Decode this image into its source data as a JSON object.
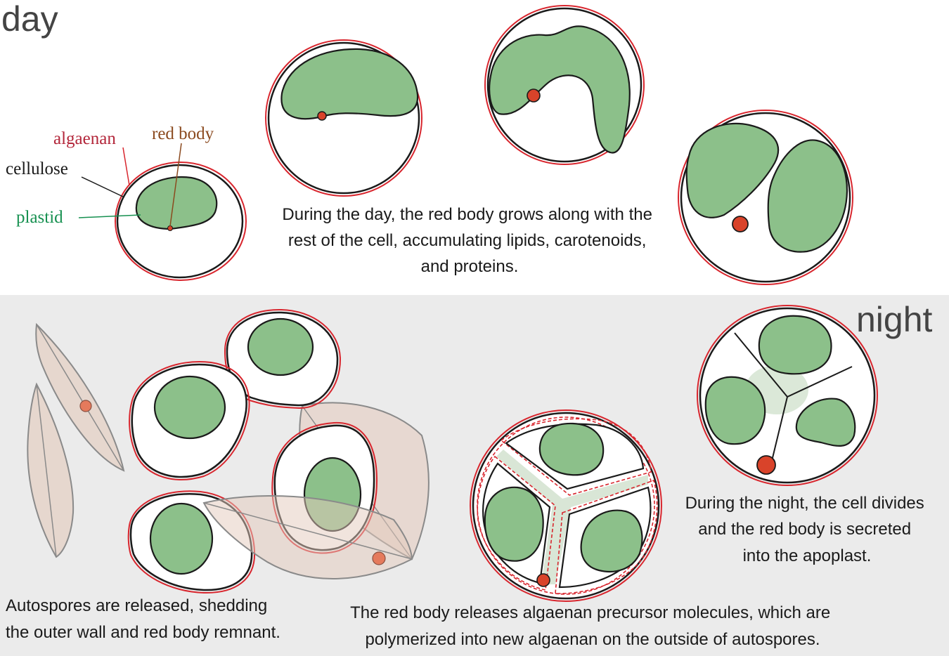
{
  "sections": {
    "day_title": "day",
    "night_title": "night"
  },
  "labels": {
    "algaenan": "algaenan",
    "red_body": "red body",
    "cellulose": "cellulose",
    "plastid": "plastid"
  },
  "captions": {
    "day": [
      "During the day, the red body grows along with the",
      "rest of the cell, accumulating lipids, carotenoids,",
      "and proteins."
    ],
    "night_divide": [
      "During the night, the cell divides",
      "and the red body is secreted",
      "into the apoplast."
    ],
    "release": [
      "Autospores are released, shedding",
      "the outer wall and red body remnant."
    ],
    "polymerize": [
      "The red body releases algaenan precursor molecules, which are",
      "polymerized into new algaenan on the outside of autospores."
    ]
  },
  "colors": {
    "algaenan": "#d8262e",
    "red_body_label": "#8b4a1f",
    "plastid": "#8cc08a",
    "plastid_label": "#169050",
    "red_body": "#d9432a",
    "night_background": "#ebebeb",
    "cell_wall": "#1a1a1a"
  }
}
